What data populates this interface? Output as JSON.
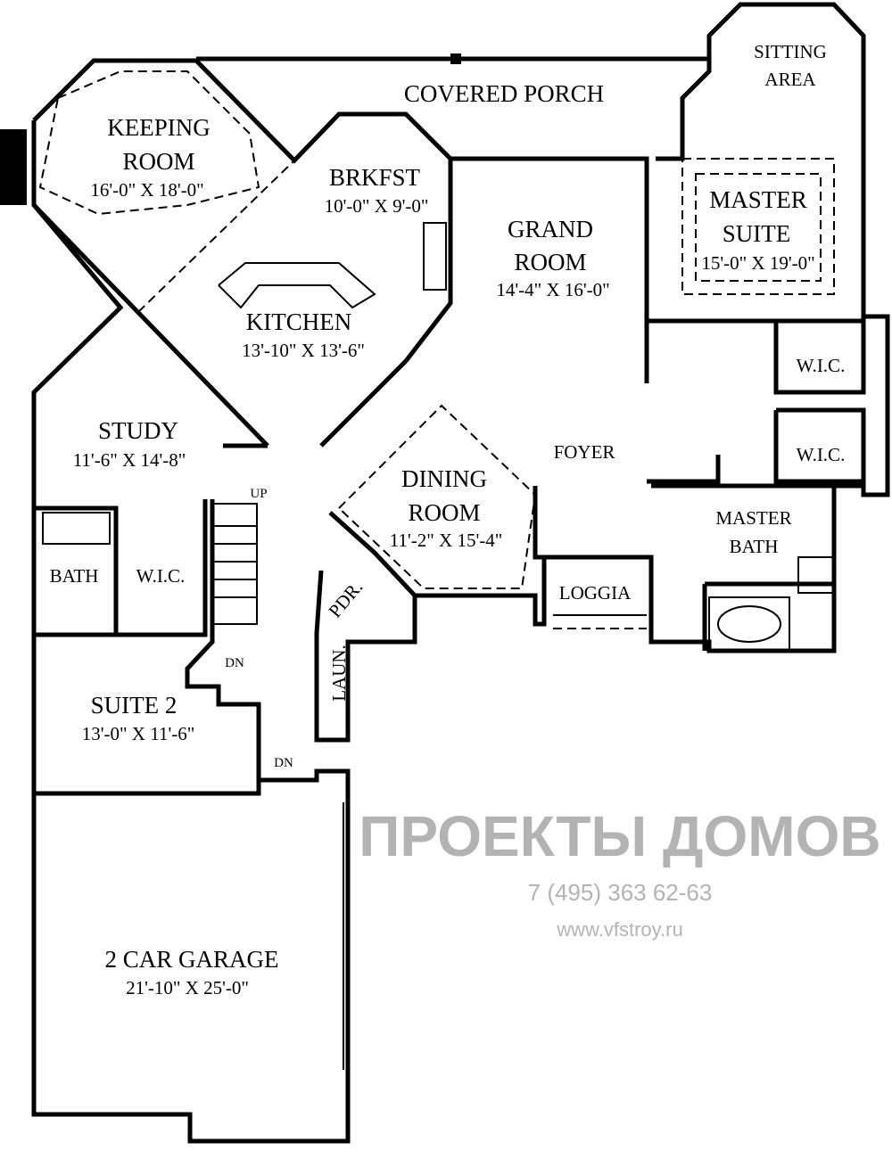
{
  "rooms": {
    "covered_porch": {
      "name": "COVERED PORCH"
    },
    "keeping_room": {
      "name1": "KEEPING",
      "name2": "ROOM",
      "dims": "16'-0\" X 18'-0\""
    },
    "brkfst": {
      "name": "BRKFST",
      "dims": "10'-0\" X 9'-0\""
    },
    "kitchen": {
      "name": "KITCHEN",
      "dims": "13'-10\" X 13'-6\""
    },
    "grand_room": {
      "name1": "GRAND",
      "name2": "ROOM",
      "dims": "14'-4\" X 16'-0\""
    },
    "sitting_area": {
      "name1": "SITTING",
      "name2": "AREA"
    },
    "master_suite": {
      "name1": "MASTER",
      "name2": "SUITE",
      "dims": "15'-0\" X 19'-0\""
    },
    "wic_1": {
      "name": "W.I.C."
    },
    "wic_2": {
      "name": "W.I.C."
    },
    "foyer": {
      "name": "FOYER"
    },
    "study": {
      "name": "STUDY",
      "dims": "11'-6\" X 14'-8\""
    },
    "dining_room": {
      "name1": "DINING",
      "name2": "ROOM",
      "dims": "11'-2\" X 15'-4\""
    },
    "master_bath": {
      "name1": "MASTER",
      "name2": "BATH"
    },
    "bath": {
      "name": "BATH"
    },
    "wic_3": {
      "name": "W.I.C."
    },
    "pdr": {
      "name": "PDR."
    },
    "loggia": {
      "name": "LOGGIA"
    },
    "laun": {
      "name": "LAUN."
    },
    "suite_2": {
      "name": "SUITE 2",
      "dims": "13'-0\" X 11'-6\""
    },
    "garage": {
      "name": "2 CAR GARAGE",
      "dims": "21'-10\" X 25'-0\""
    }
  },
  "stairs": {
    "up": "UP",
    "dn": "DN",
    "dn2": "DN"
  },
  "watermark": {
    "logo": "ПРОЕКТЫ ДОМОВ",
    "phone": "7 (495) 363 62-63",
    "url": "www.vfstroy.ru"
  }
}
